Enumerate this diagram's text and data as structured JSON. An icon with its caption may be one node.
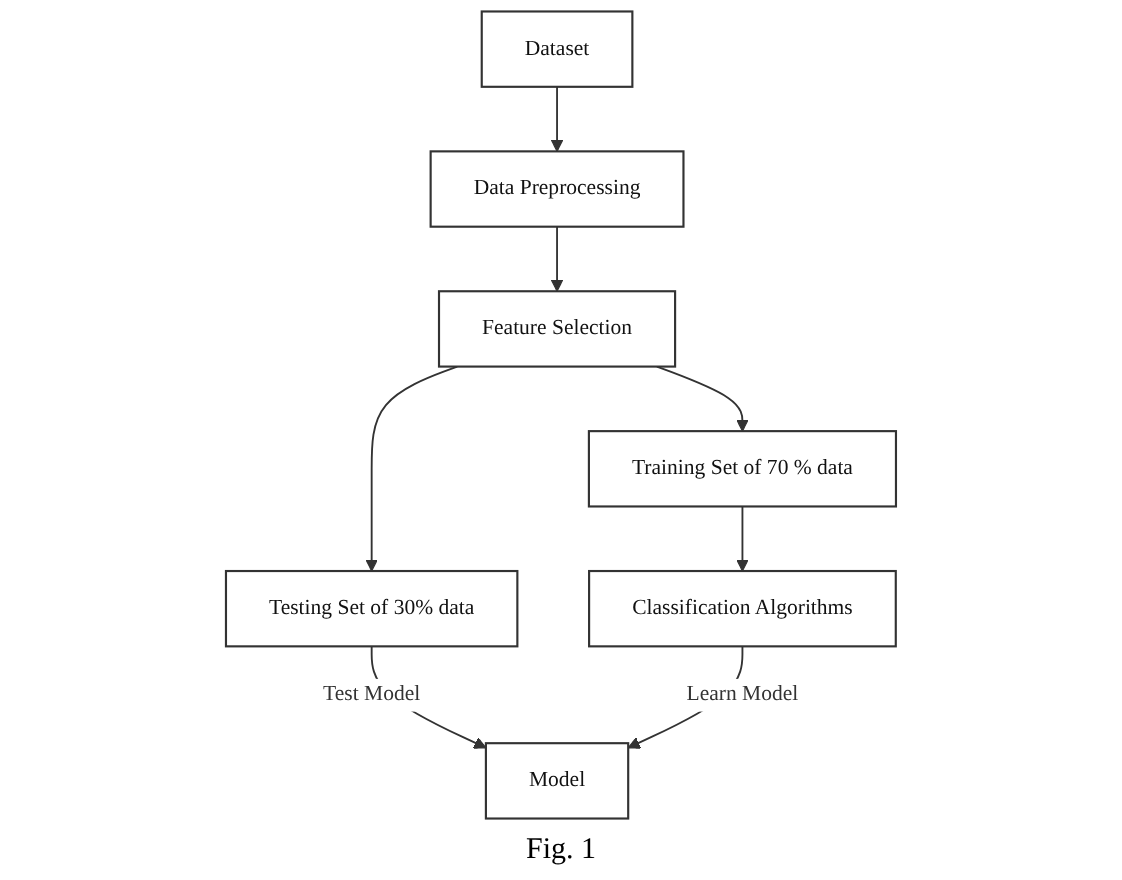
{
  "diagram": {
    "caption": "Fig. 1",
    "nodes": [
      {
        "text": [
          "Dataset"
        ]
      },
      {
        "text": [
          "Data Preprocessing"
        ]
      },
      {
        "text": [
          "Feature Selection"
        ]
      },
      {
        "text": [
          "Testing Set of 30% data"
        ]
      },
      {
        "text": [
          "Training Set of 70 % data"
        ]
      },
      {
        "text": [
          "Model"
        ]
      },
      {
        "text": [
          "Classification Algorithms"
        ]
      }
    ],
    "edges": [
      {
        "from": 0,
        "to": 1,
        "arrow": "to"
      },
      {
        "from": 1,
        "to": 2,
        "arrow": "to"
      },
      {
        "from": 2,
        "to": 3,
        "arrow": "to"
      },
      {
        "from": 2,
        "to": 4,
        "arrow": "to"
      },
      {
        "from": 3,
        "to": 5,
        "arrow": "to",
        "label": "Test Model"
      },
      {
        "from": 4,
        "to": 6,
        "arrow": "to"
      },
      {
        "from": 6,
        "to": 5,
        "arrow": "to",
        "label": "Learn Model"
      }
    ]
  }
}
